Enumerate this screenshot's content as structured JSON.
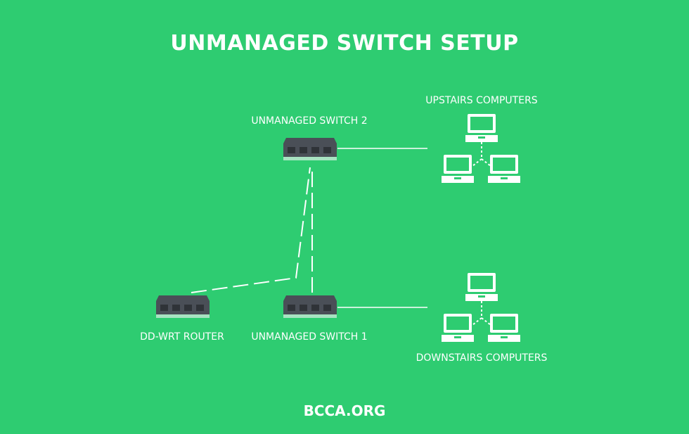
{
  "title": "UNMANAGED SWITCH SETUP",
  "footer": "BCCA.ORG",
  "colors": {
    "background": "#2ecc71",
    "device_body": "#4a4f57",
    "device_base": "#a7e3c1",
    "link": "#ffffff",
    "text": "#ffffff"
  },
  "nodes": {
    "switch2": {
      "label": "UNMANAGED SWITCH 2",
      "icon": "network-switch-icon"
    },
    "router": {
      "label": "DD-WRT ROUTER",
      "icon": "router-icon"
    },
    "switch1": {
      "label": "UNMANAGED SWITCH 1",
      "icon": "network-switch-icon"
    },
    "upstairs": {
      "label": "UPSTAIRS COMPUTERS",
      "icon": "laptop-icon"
    },
    "downstairs": {
      "label": "DOWNSTAIRS COMPUTERS",
      "icon": "laptop-icon"
    }
  }
}
